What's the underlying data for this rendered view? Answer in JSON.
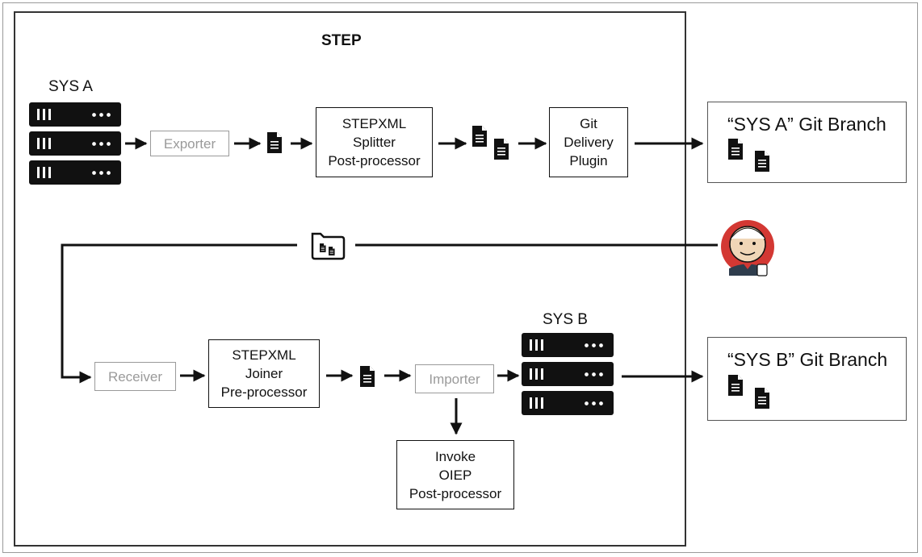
{
  "diagram": {
    "step_title": "STEP",
    "sys_a": "SYS A",
    "sys_b": "SYS B",
    "exporter": "Exporter",
    "splitter": [
      "STEPXML",
      "Splitter",
      "Post-processor"
    ],
    "git_delivery": [
      "Git",
      "Delivery",
      "Plugin"
    ],
    "branch_a": "“SYS A” Git Branch",
    "branch_b": "“SYS B” Git Branch",
    "receiver": "Receiver",
    "joiner": [
      "STEPXML",
      "Joiner",
      "Pre-processor"
    ],
    "importer": "Importer",
    "invoke": [
      "Invoke",
      "OIEP",
      "Post-processor"
    ]
  },
  "icons": [
    "server-icon",
    "document-icon",
    "folder-icon",
    "jenkins-icon"
  ]
}
